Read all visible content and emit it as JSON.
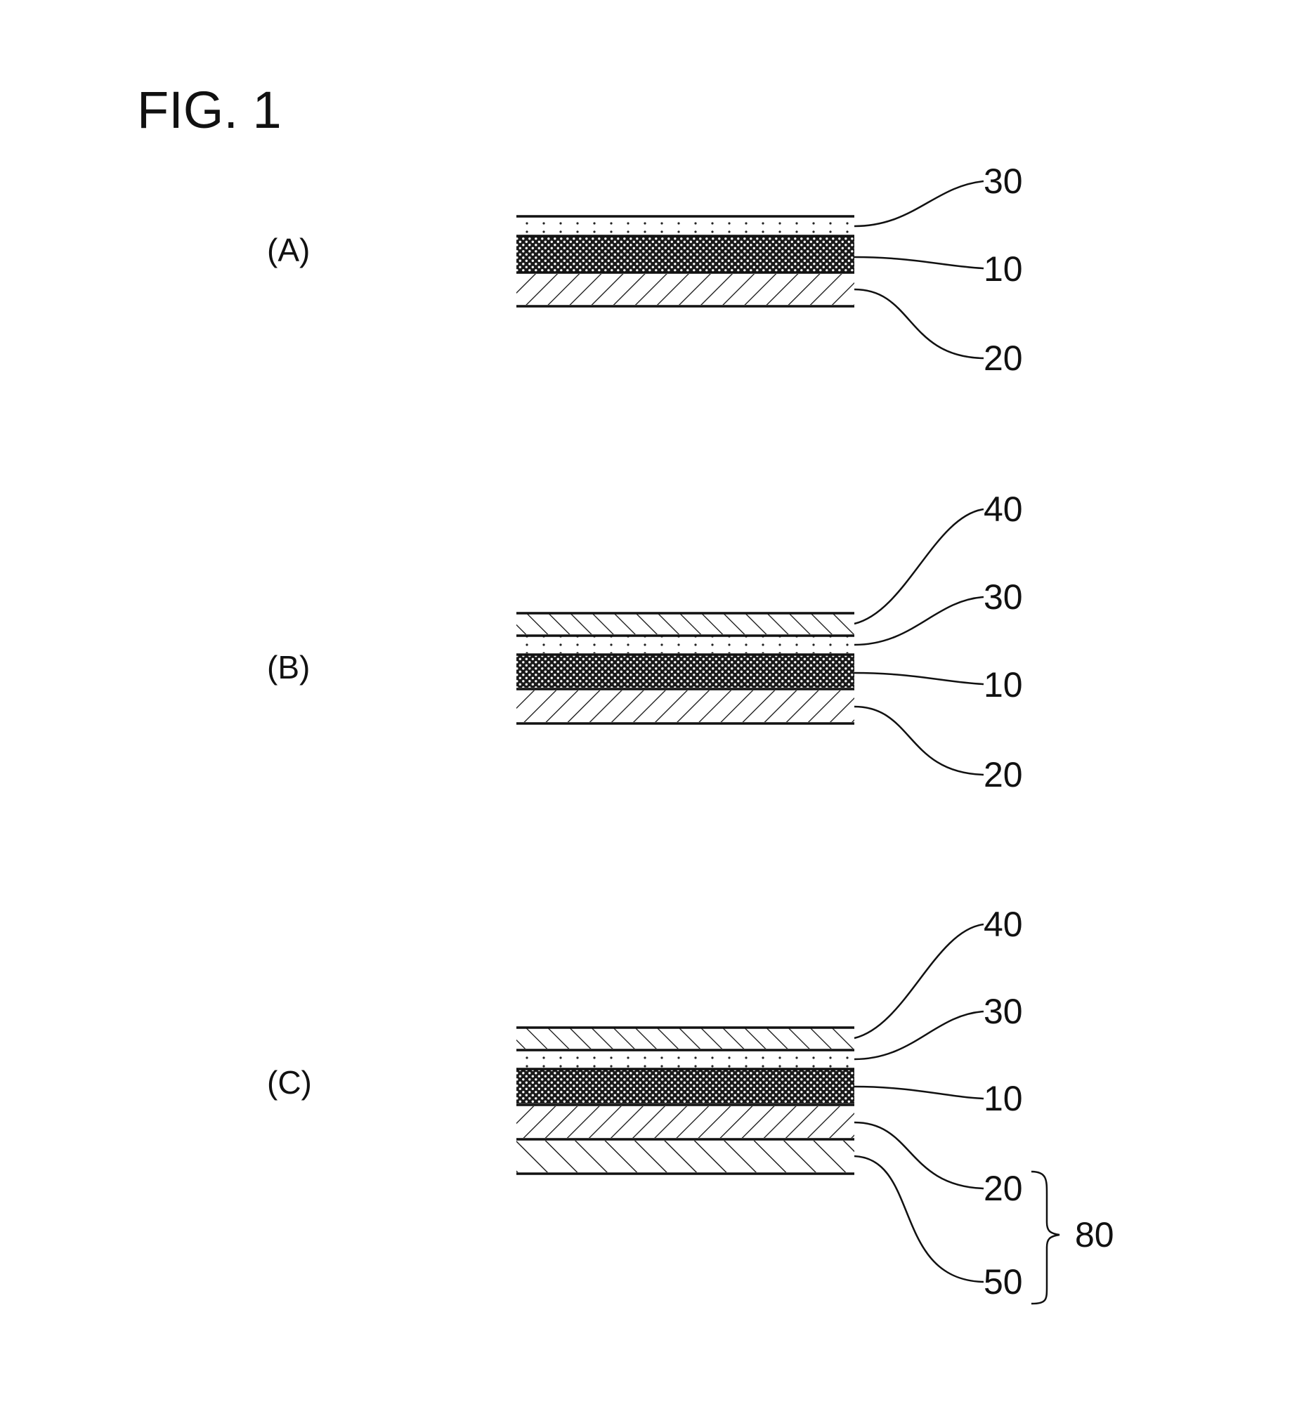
{
  "figure": {
    "title": "FIG. 1"
  },
  "panels": [
    {
      "id": "A",
      "label": "(A)",
      "layers_top_to_bottom": [
        "30",
        "10",
        "20"
      ],
      "callouts": [
        "30",
        "10",
        "20"
      ]
    },
    {
      "id": "B",
      "label": "(B)",
      "layers_top_to_bottom": [
        "40",
        "30",
        "10",
        "20"
      ],
      "callouts": [
        "40",
        "30",
        "10",
        "20"
      ]
    },
    {
      "id": "C",
      "label": "(C)",
      "layers_top_to_bottom": [
        "40",
        "30",
        "10",
        "20",
        "50"
      ],
      "callouts": [
        "40",
        "30",
        "10",
        "20",
        "50"
      ],
      "group_label": "80"
    }
  ],
  "layer_patterns": {
    "10": "dense-crosshatch",
    "20": "diagonal-hatch-down",
    "30": "sparse-dots",
    "40": "diagonal-hatch-up",
    "50": "diagonal-hatch-up-wide"
  },
  "colors": {
    "ink": "#111111",
    "paper": "#ffffff"
  }
}
